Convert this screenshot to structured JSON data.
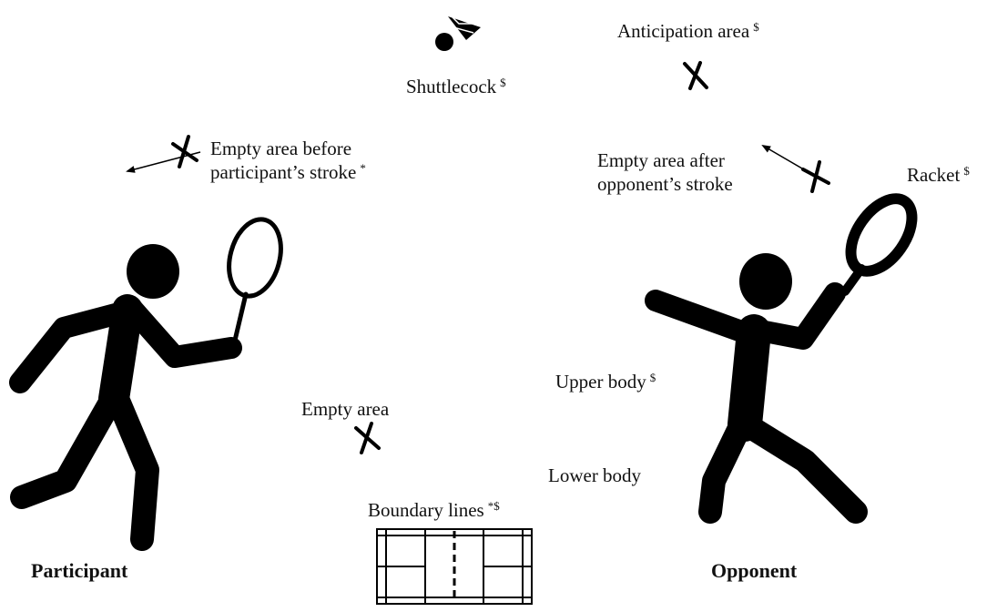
{
  "labels": {
    "shuttlecock": {
      "text": "Shuttlecock",
      "mark": "$"
    },
    "anticipation_area": {
      "text": "Anticipation area",
      "mark": "$"
    },
    "empty_area_before": {
      "line1": "Empty area before",
      "line2": "participant’s stroke",
      "mark": "*"
    },
    "empty_area_after": {
      "line1": "Empty area after",
      "line2": "opponent’s stroke"
    },
    "racket": {
      "text": "Racket",
      "mark": "$"
    },
    "upper_body": {
      "text": "Upper body",
      "mark": "$"
    },
    "empty_area": {
      "text": "Empty area"
    },
    "lower_body": {
      "text": "Lower body"
    },
    "boundary_lines": {
      "text": "Boundary lines",
      "mark": "*$"
    },
    "participant": {
      "text": "Participant"
    },
    "opponent": {
      "text": "Opponent"
    }
  },
  "icons": [
    "shuttlecock-icon",
    "participant-figure-icon",
    "opponent-figure-icon",
    "badminton-court-icon",
    "cross-marker-icon",
    "double-arrow-icon"
  ],
  "colors": {
    "ink": "#000000",
    "text": "#111111",
    "background": "#ffffff"
  }
}
